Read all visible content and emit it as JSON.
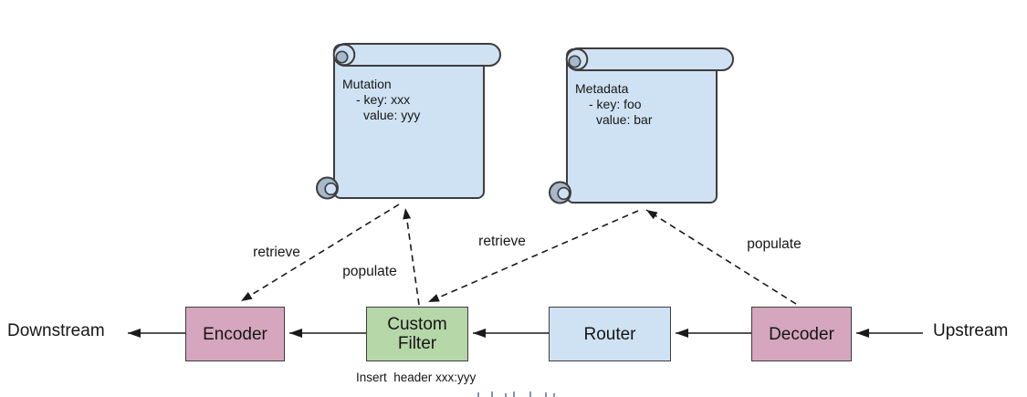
{
  "scrolls": [
    {
      "title": "Mutation",
      "key_line": "- key: xxx",
      "value_line": "value: yyy"
    },
    {
      "title": "Metadata",
      "key_line": "- key: foo",
      "value_line": "value: bar"
    }
  ],
  "nodes": [
    {
      "id": "encoder",
      "label": "Encoder",
      "color": "#d5a6bd"
    },
    {
      "id": "custom-filter",
      "label": "Custom Filter",
      "color": "#b6d7a8"
    },
    {
      "id": "router",
      "label": "Router",
      "color": "#cfe2f3"
    },
    {
      "id": "decoder",
      "label": "Decoder",
      "color": "#d5a6bd"
    }
  ],
  "endpoints": {
    "downstream": "Downstream",
    "upstream": "Upstream"
  },
  "edges": [
    {
      "label": "retrieve",
      "from": "mutation-scroll",
      "to": "encoder",
      "style": "dashed"
    },
    {
      "label": "populate",
      "from": "custom-filter",
      "to": "mutation-scroll",
      "style": "dashed"
    },
    {
      "label": "retrieve",
      "from": "metadata-scroll",
      "to": "custom-filter",
      "style": "dashed"
    },
    {
      "label": "populate",
      "from": "decoder",
      "to": "metadata-scroll",
      "style": "dashed"
    }
  ],
  "flow_direction": "upstream-to-downstream (arrows point left)",
  "caption": "Insert  header xxx:yyy",
  "colors": {
    "node_pink": "#d5a6bd",
    "node_green": "#b6d7a8",
    "node_blue": "#cfe2f3",
    "scroll_fill": "#cfe2f3",
    "scroll_curl_shadow": "#a6b8ca",
    "shape_stroke": "#3d3d3d",
    "connector": "#1a1a1a",
    "clipped_marks": "#7e94b5"
  }
}
